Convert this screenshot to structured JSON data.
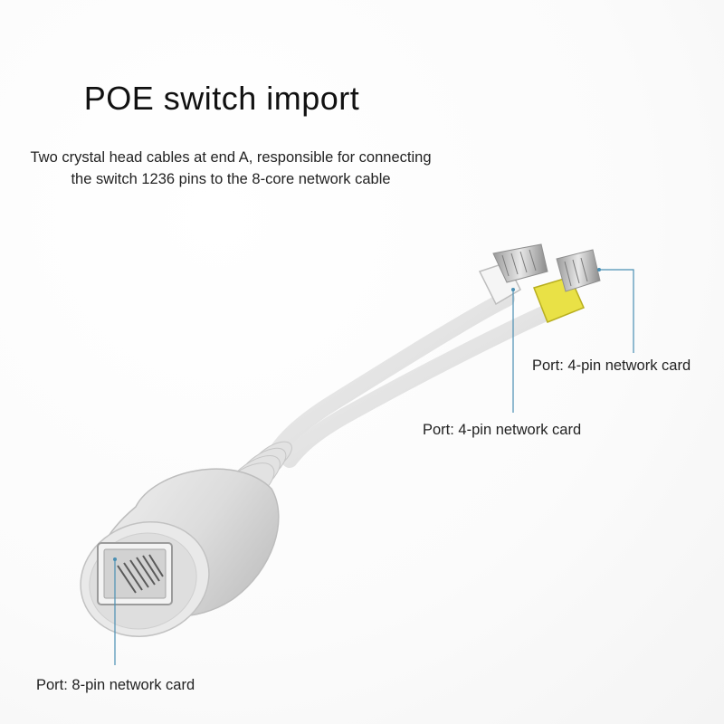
{
  "title": "POE switch import",
  "subtitle": "Two crystal head cables at end A, responsible for connecting the switch 1236 pins to the 8-core network cable",
  "callouts": {
    "yellow_plug_port": "Port: 4-pin network card",
    "white_plug_port": "Port: 4-pin network card",
    "female_socket_port": "Port: 8-pin network card"
  },
  "colors": {
    "cable": "#e6e6e6",
    "yellow_boot": "#e9e146",
    "leader_line": "#4a8fb3"
  }
}
